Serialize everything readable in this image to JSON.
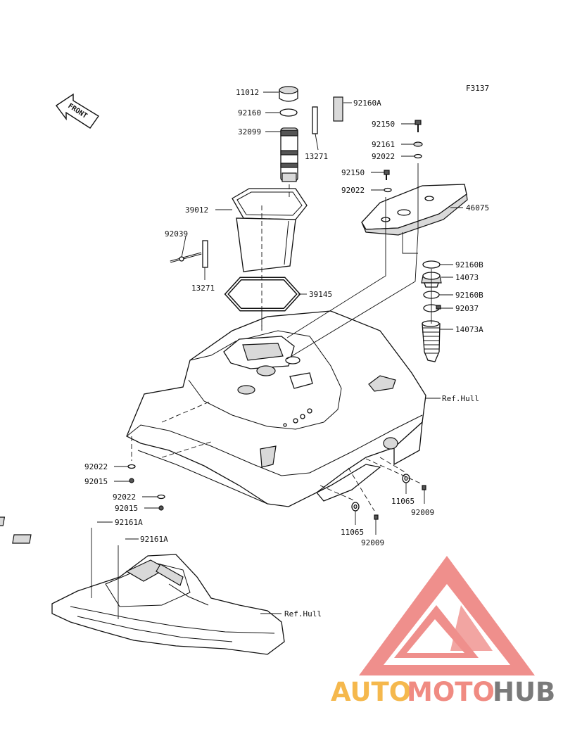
{
  "figure_code": "F3137",
  "front_arrow_text": "FRONT",
  "watermark": {
    "brand_auto": "AUTO",
    "brand_moto": "MOTO",
    "brand_hub": "HUB",
    "colors": {
      "auto": "#f5b84d",
      "moto": "#f08b82",
      "hub": "#7a7a7a",
      "logo": "#ef8a86"
    }
  },
  "labels": {
    "p11012": "11012",
    "p92160a": "92160A",
    "p92160": "92160",
    "p32099": "32099",
    "p13271_top": "13271",
    "p92150_a": "92150",
    "p92161": "92161",
    "p92022_a": "92022",
    "p92150_b": "92150",
    "p92022_b": "92022",
    "p46075": "46075",
    "p39012": "39012",
    "p92039": "92039",
    "p13271_bot": "13271",
    "p92160b_a": "92160B",
    "p14073": "14073",
    "p92160b_b": "92160B",
    "p92037": "92037",
    "p39145": "39145",
    "p14073a": "14073A",
    "ref_hull_a": "Ref.Hull",
    "p92022_c": "92022",
    "p92015_a": "92015",
    "p92022_d": "92022",
    "p92015_b": "92015",
    "p11065_a": "11065",
    "p92009_a": "92009",
    "p11065_b": "11065",
    "p92009_b": "92009",
    "p92161a_a": "92161A",
    "p92161a_b": "92161A",
    "ref_hull_b": "Ref.Hull"
  }
}
